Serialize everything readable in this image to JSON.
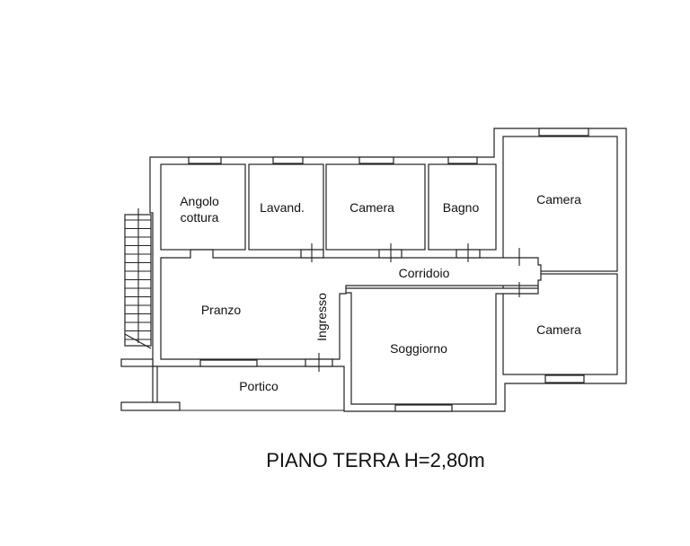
{
  "plan": {
    "title": "PIANO TERRA H=2,80m",
    "rooms": {
      "angolo_cottura_1": "Angolo",
      "angolo_cottura_2": "cottura",
      "lavanderia": "Lavand.",
      "camera_1": "Camera",
      "bagno": "Bagno",
      "camera_2": "Camera",
      "corridoio": "Corridoio",
      "pranzo": "Pranzo",
      "ingresso": "Ingresso",
      "soggiorno": "Soggiorno",
      "camera_3": "Camera",
      "portico": "Portico"
    }
  }
}
